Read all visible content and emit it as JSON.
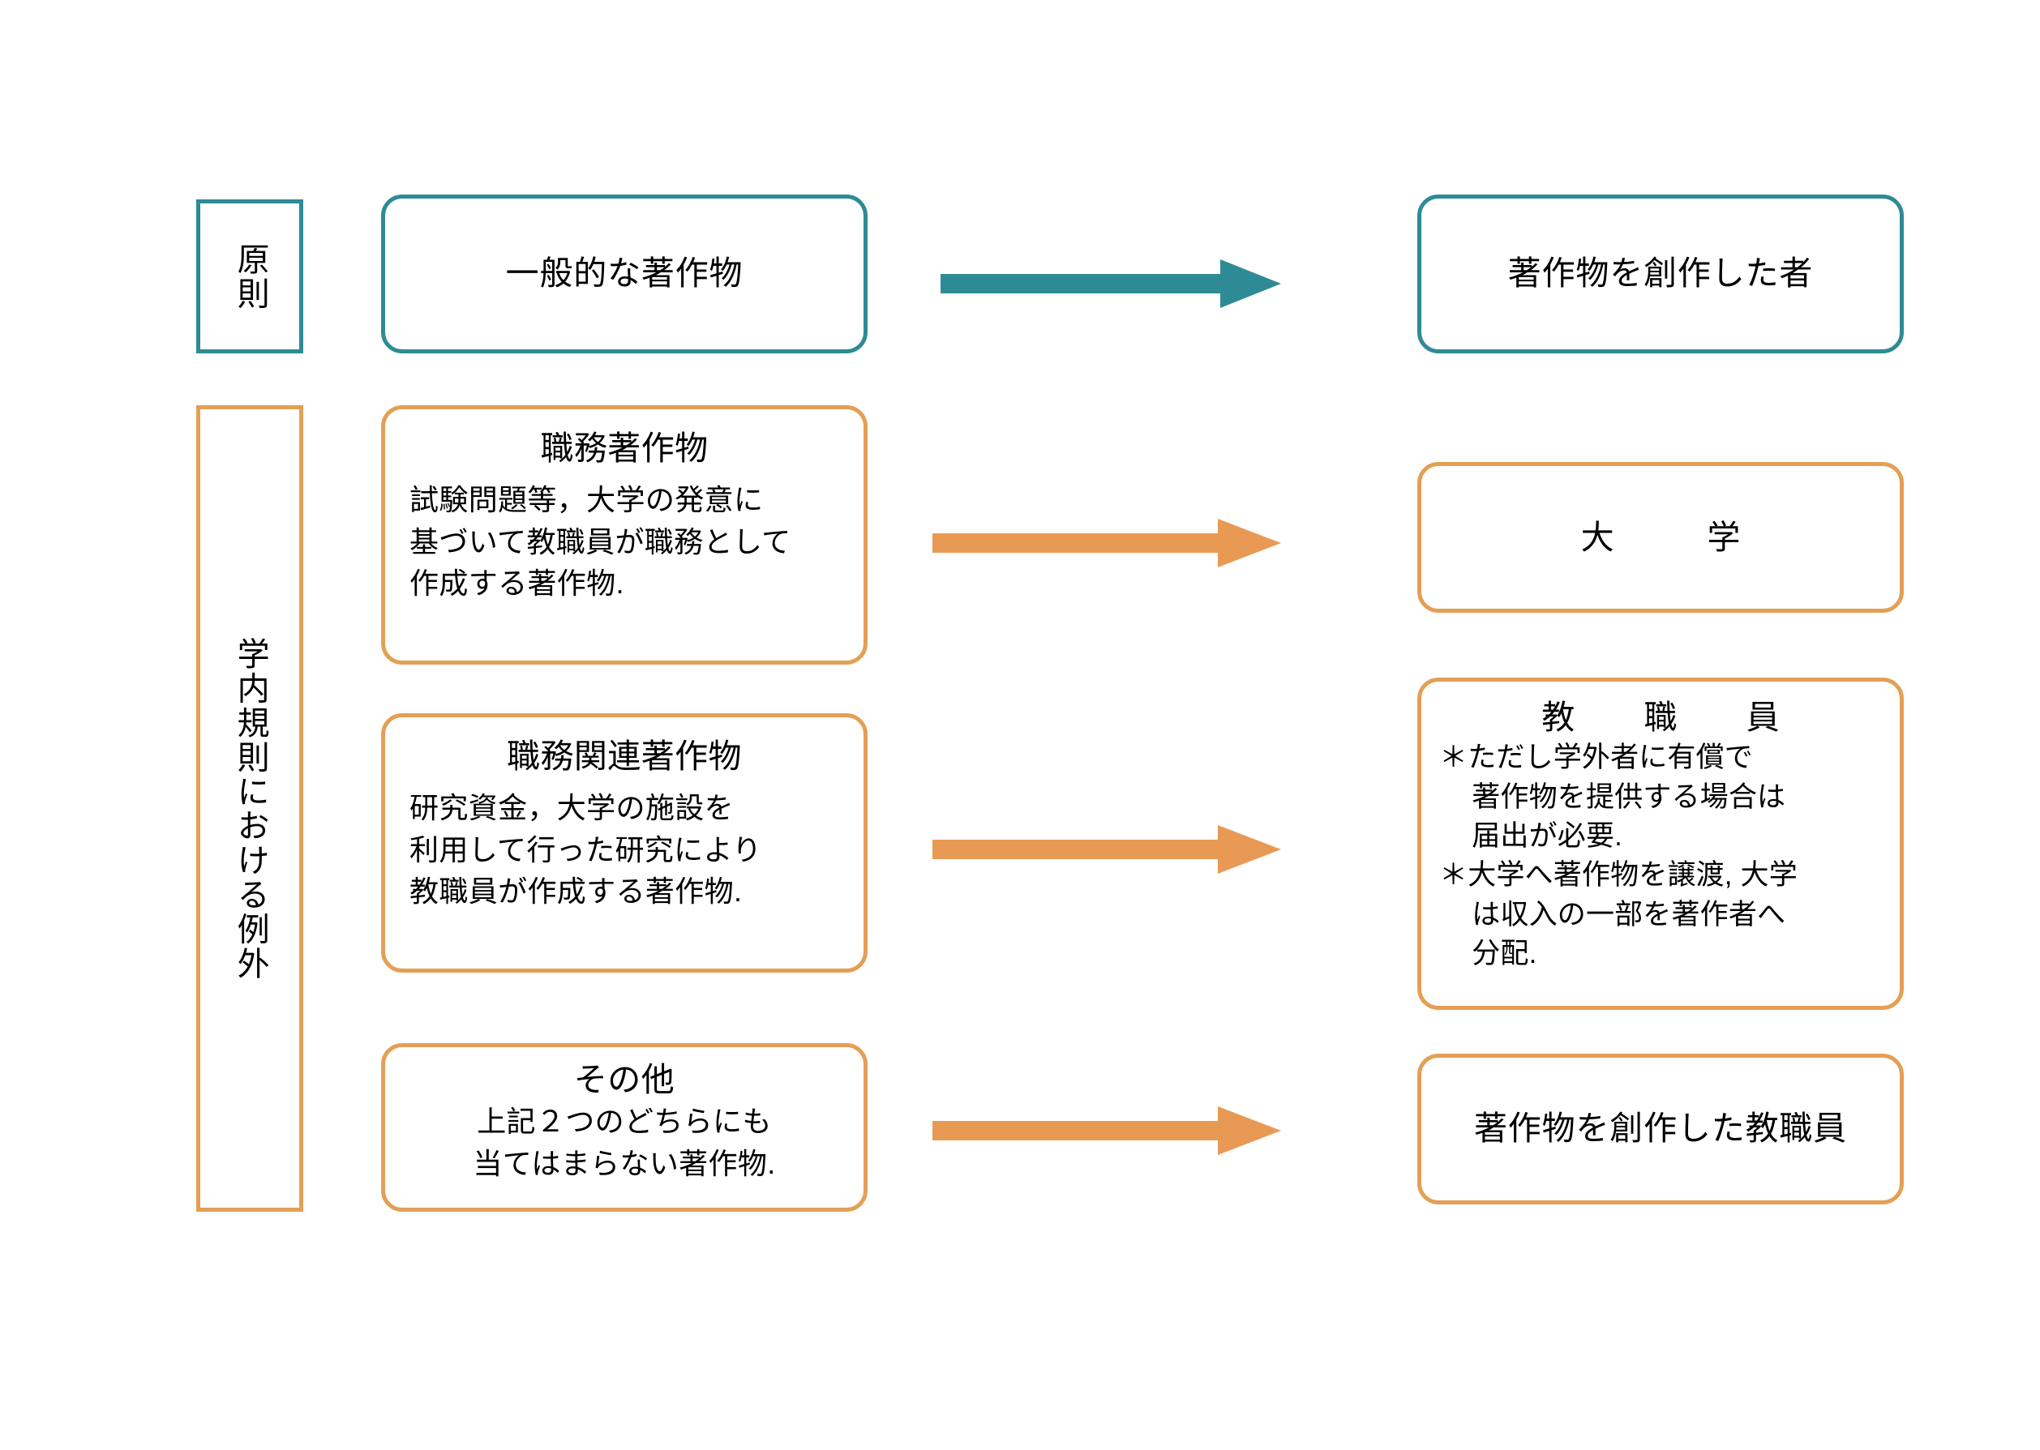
{
  "colors": {
    "teal": "#2E8B96",
    "orange": "#E3A055",
    "arrow_orange": "#E89A54",
    "arrow_teal": "#2E8B96",
    "background": "#FFFFFF",
    "text": "#000000"
  },
  "categories": {
    "principle": "原則",
    "exception": "学内規則における例外"
  },
  "rows": [
    {
      "id": "general-work",
      "left": {
        "title": "一般的な著作物",
        "body_lines": []
      },
      "arrow": "arrow-teal-right",
      "right": {
        "title": "著作物を創作した者",
        "body_lines": []
      }
    },
    {
      "id": "work-made-for-hire",
      "left": {
        "title": "職務著作物",
        "body_lines": [
          "試験問題等，大学の発意に",
          "基づいて教職員が職務として",
          "作成する著作物."
        ]
      },
      "arrow": "arrow-orange-right",
      "right": {
        "title": "大　学",
        "body_lines": []
      }
    },
    {
      "id": "work-related-to-duty",
      "left": {
        "title": "職務関連著作物",
        "body_lines": [
          "研究資金，大学の施設を",
          "利用して行った研究により",
          "教職員が作成する著作物."
        ]
      },
      "arrow": "arrow-orange-right",
      "right": {
        "title": "教 職 員",
        "notes": [
          {
            "marker": "＊",
            "lines": [
              "ただし学外者に有償で",
              "著作物を提供する場合は",
              "届出が必要."
            ]
          },
          {
            "marker": "＊",
            "lines": [
              "大学へ著作物を譲渡, 大学",
              "は収入の一部を著作者へ",
              "分配."
            ]
          }
        ]
      }
    },
    {
      "id": "other",
      "left": {
        "title": "その他",
        "body_lines": [
          "上記２つのどちらにも",
          "当てはまらない著作物."
        ]
      },
      "arrow": "arrow-orange-right",
      "right": {
        "title": "著作物を創作した教職員",
        "body_lines": []
      }
    }
  ]
}
